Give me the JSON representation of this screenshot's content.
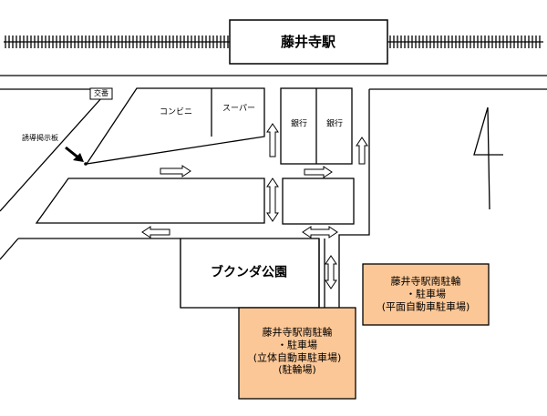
{
  "station": {
    "name": "藤井寺駅"
  },
  "koban": {
    "label": "交番"
  },
  "sign": {
    "label": "誘導掲示板"
  },
  "shops": {
    "convenience": "コンビニ",
    "supermarket": "スーパー",
    "bank_left": "銀行",
    "bank_right": "銀行"
  },
  "park": {
    "name": "ブクンダ公園"
  },
  "parking_south_small": {
    "lines": [
      "藤井寺駅南駐輪",
      "・駐車場",
      "(平面自動車駐車場)"
    ]
  },
  "parking_south_large": {
    "lines": [
      "藤井寺駅南駐輪",
      "・駐車場",
      "(立体自動車駐車場)",
      "(駐輪場)"
    ]
  },
  "north_arrow": {
    "symbol": "N"
  },
  "colors": {
    "parking_fill": "#fcc796",
    "line": "#000000",
    "background": "#ffffff"
  }
}
